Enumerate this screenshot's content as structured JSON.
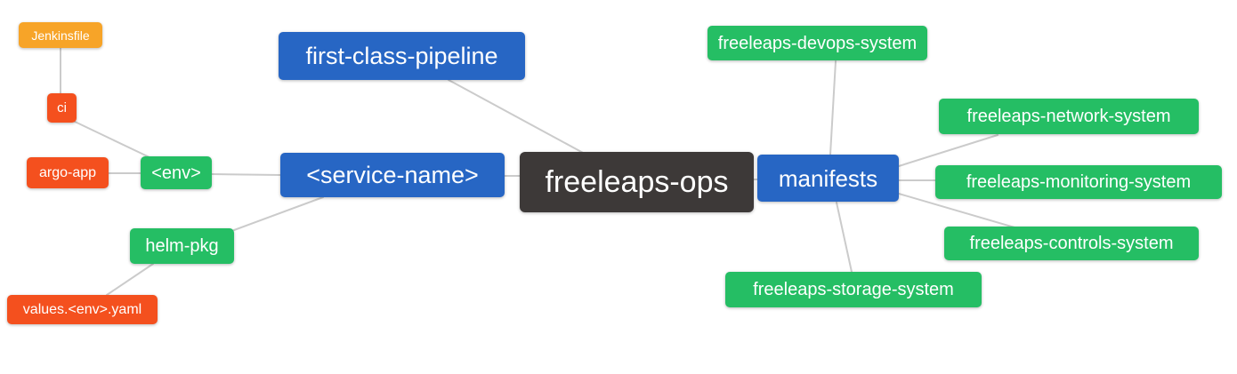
{
  "diagram": {
    "title": "freeleaps-ops mind map",
    "background": "#ffffff",
    "edge_color": "#cbcbcb",
    "colors": {
      "blue": "#2766c4",
      "green": "#25be64",
      "orange": "#f7a428",
      "red": "#f4501e",
      "dark": "#3d3938",
      "text": "#ffffff"
    },
    "nodes": [
      {
        "id": "jenkinsfile",
        "label": "Jenkinsfile",
        "color": "orange"
      },
      {
        "id": "ci",
        "label": "ci",
        "color": "red"
      },
      {
        "id": "argo-app",
        "label": "argo-app",
        "color": "red"
      },
      {
        "id": "env",
        "label": "<env>",
        "color": "green"
      },
      {
        "id": "helm-pkg",
        "label": "helm-pkg",
        "color": "green"
      },
      {
        "id": "values-env-yaml",
        "label": "values.<env>.yaml",
        "color": "red"
      },
      {
        "id": "first-class-pipeline",
        "label": "first-class-pipeline",
        "color": "blue"
      },
      {
        "id": "service-name",
        "label": "<service-name>",
        "color": "blue"
      },
      {
        "id": "freeleaps-ops",
        "label": "freeleaps-ops",
        "color": "dark"
      },
      {
        "id": "manifests",
        "label": "manifests",
        "color": "blue"
      },
      {
        "id": "freeleaps-devops-system",
        "label": "freeleaps-devops-system",
        "color": "green"
      },
      {
        "id": "freeleaps-network-system",
        "label": "freeleaps-network-system",
        "color": "green"
      },
      {
        "id": "freeleaps-monitoring-system",
        "label": "freeleaps-monitoring-system",
        "color": "green"
      },
      {
        "id": "freeleaps-controls-system",
        "label": "freeleaps-controls-system",
        "color": "green"
      },
      {
        "id": "freeleaps-storage-system",
        "label": "freeleaps-storage-system",
        "color": "green"
      }
    ],
    "edges": [
      {
        "from": "jenkinsfile",
        "to": "ci"
      },
      {
        "from": "ci",
        "to": "env"
      },
      {
        "from": "argo-app",
        "to": "env"
      },
      {
        "from": "env",
        "to": "service-name"
      },
      {
        "from": "helm-pkg",
        "to": "service-name"
      },
      {
        "from": "values-env-yaml",
        "to": "helm-pkg"
      },
      {
        "from": "first-class-pipeline",
        "to": "freeleaps-ops"
      },
      {
        "from": "service-name",
        "to": "freeleaps-ops"
      },
      {
        "from": "freeleaps-ops",
        "to": "manifests"
      },
      {
        "from": "manifests",
        "to": "freeleaps-devops-system"
      },
      {
        "from": "manifests",
        "to": "freeleaps-network-system"
      },
      {
        "from": "manifests",
        "to": "freeleaps-monitoring-system"
      },
      {
        "from": "manifests",
        "to": "freeleaps-controls-system"
      },
      {
        "from": "manifests",
        "to": "freeleaps-storage-system"
      }
    ]
  }
}
